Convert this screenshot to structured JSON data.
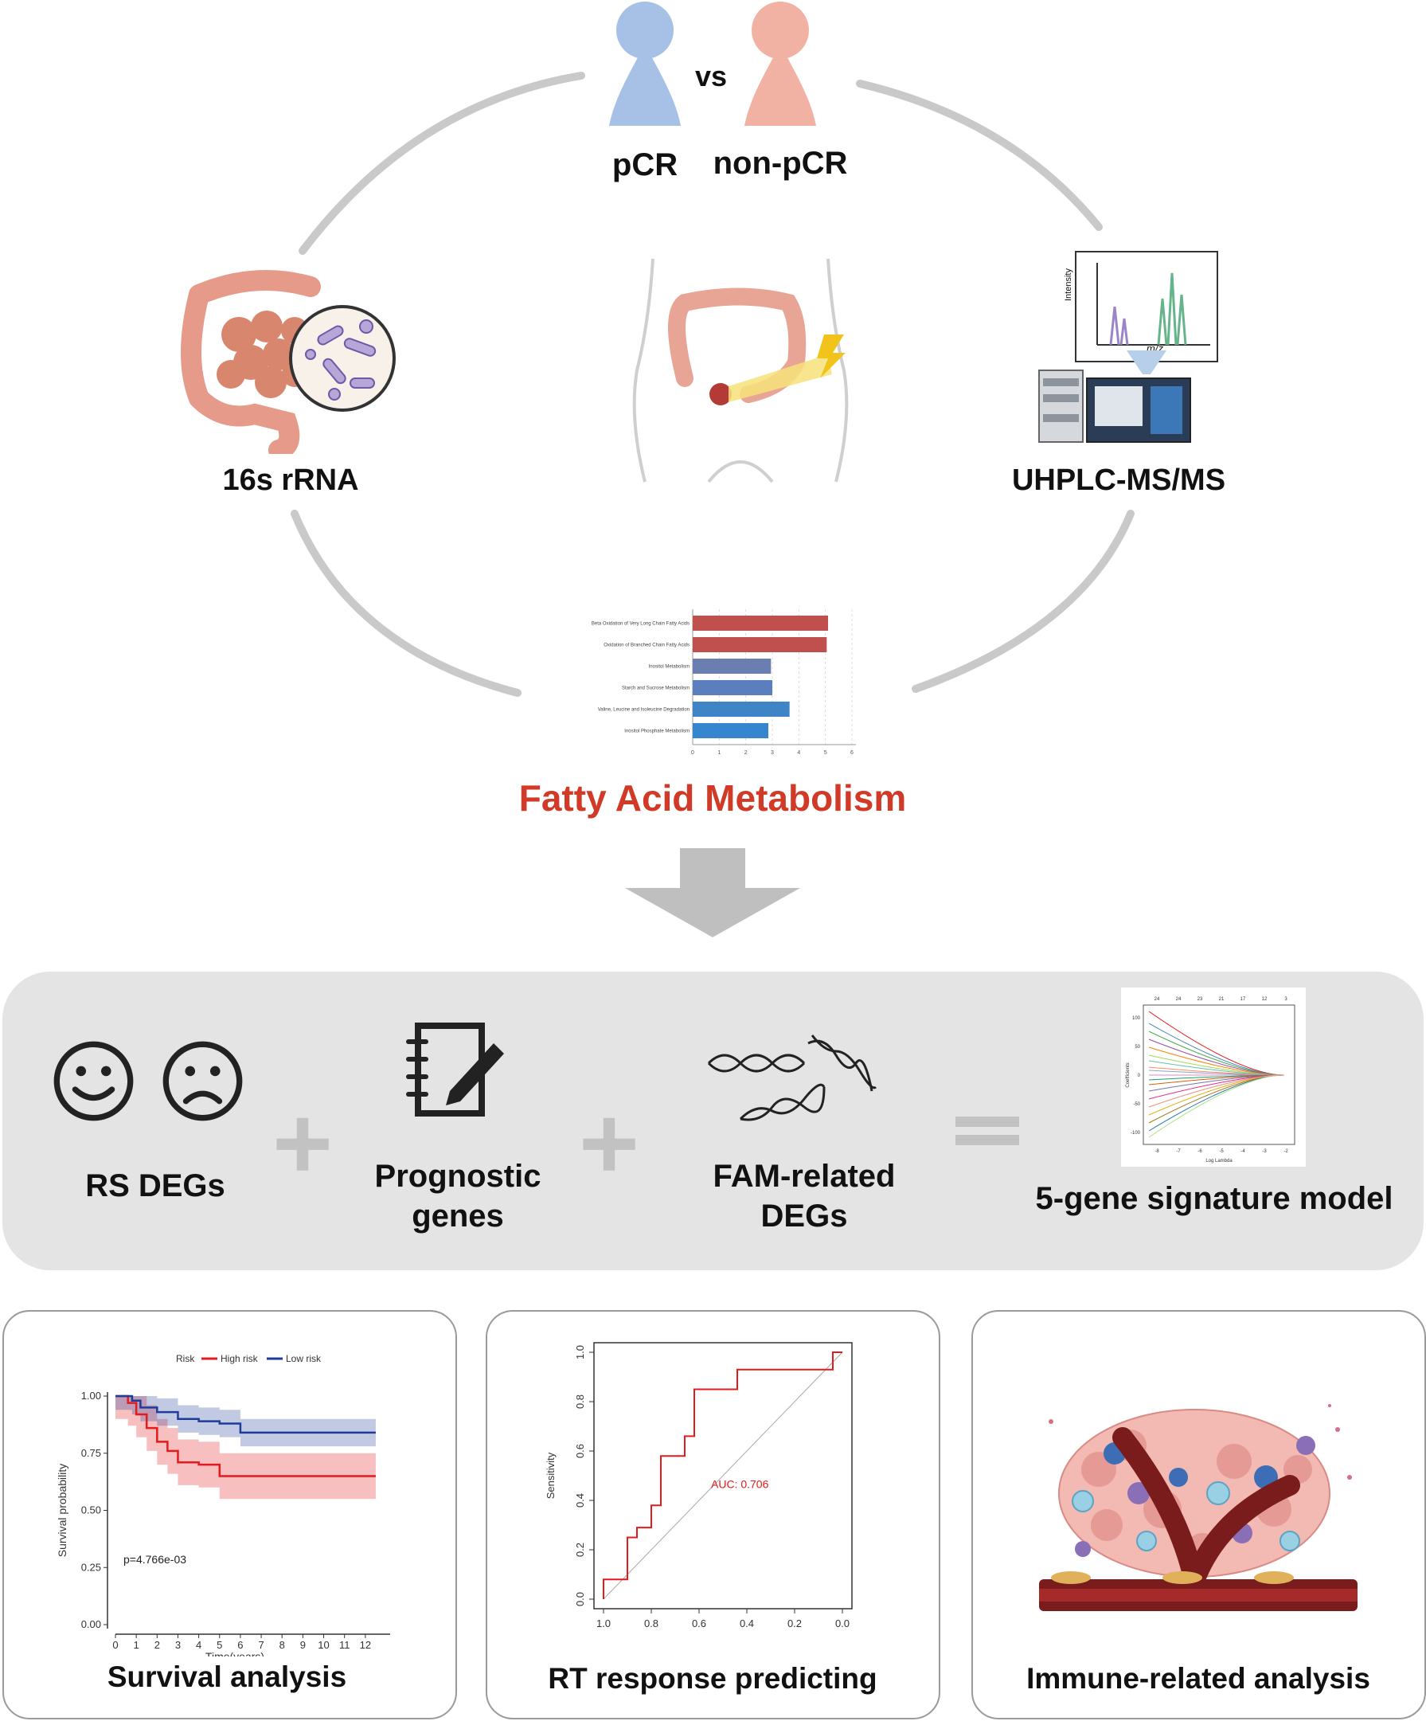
{
  "cohort": {
    "vs": "vs",
    "group_a": "pCR",
    "group_b": "non-pCR",
    "group_a_color": "#a6c0e6",
    "group_b_color": "#f1b2a3"
  },
  "methods": {
    "left": "16s rRNA",
    "right": "UHPLC-MS/MS"
  },
  "ms_inset": {
    "ylabel": "Intensity",
    "xlabel": "m/z"
  },
  "pathway_chart": {
    "type": "bar",
    "categories": [
      "Beta Oxidation of Very Long Chain Fatty Acids",
      "Oxidation of Branched Chain Fatty Acids",
      "Inositol Metabolism",
      "Starch and Sucrose Metabolism",
      "Valine, Leucine and Isoleucine Degradation",
      "Inositol Phosphate Metabolism"
    ],
    "values": [
      5.1,
      5.05,
      2.95,
      3.0,
      3.65,
      2.85
    ],
    "colors": [
      "#c0504d",
      "#c0504d",
      "#6a7fb0",
      "#5b7fbe",
      "#3f84c7",
      "#3585cf"
    ],
    "xticks": [
      "0",
      "1",
      "2",
      "3",
      "4",
      "5",
      "6"
    ],
    "xlim": [
      0,
      6
    ]
  },
  "highlight": {
    "text": "Fatty Acid Metabolism",
    "color": "#d03a27"
  },
  "integration": {
    "rs": "RS DEGs",
    "prognostic_1": "Prognostic",
    "prognostic_2": "genes",
    "fam_1": "FAM-related",
    "fam_2": "DEGs",
    "model": "5-gene signature model",
    "plus": "+",
    "equals": "="
  },
  "lasso": {
    "top": [
      "24",
      "24",
      "23",
      "21",
      "17",
      "12",
      "3"
    ],
    "xticks": [
      "-8",
      "-7",
      "-6",
      "-5",
      "-4",
      "-3",
      "-2"
    ],
    "yticks": [
      "100",
      "50",
      "0",
      "-50",
      "-100"
    ],
    "xlabel": "Log Lambda",
    "ylabel": "Coefficients"
  },
  "survival": {
    "title": "Survival analysis",
    "legend_title": "Risk",
    "legend_high": "High risk",
    "legend_low": "Low risk",
    "ylabel": "Survival probability",
    "xlabel": "Time(years)",
    "pvalue": "p=4.766e-03",
    "yticks": [
      "0.00",
      "0.25",
      "0.50",
      "0.75",
      "1.00"
    ],
    "xticks": [
      "0",
      "1",
      "2",
      "3",
      "4",
      "5",
      "6",
      "7",
      "8",
      "9",
      "10",
      "11",
      "12"
    ],
    "high_color": "#e41a1c",
    "low_color": "#1f3c9c",
    "chart_data": {
      "type": "line",
      "xlim": [
        0,
        13
      ],
      "ylim": [
        0,
        1
      ],
      "series": [
        {
          "name": "High risk",
          "x": [
            0,
            0.6,
            1.0,
            1.5,
            2.0,
            2.5,
            3.0,
            4.0,
            5.0,
            12.5
          ],
          "y": [
            1.0,
            0.97,
            0.92,
            0.86,
            0.8,
            0.76,
            0.71,
            0.7,
            0.65,
            0.65
          ]
        },
        {
          "name": "Low risk",
          "x": [
            0,
            0.8,
            1.2,
            2.0,
            3.0,
            4.0,
            5.0,
            6.0,
            12.5
          ],
          "y": [
            1.0,
            0.98,
            0.95,
            0.93,
            0.9,
            0.89,
            0.88,
            0.84,
            0.84
          ]
        }
      ]
    }
  },
  "roc": {
    "title": "RT response predicting",
    "ylabel": "Sensitivity",
    "auc": "AUC: 0.706",
    "xticks": [
      "1.0",
      "0.8",
      "0.6",
      "0.4",
      "0.2",
      "0.0"
    ],
    "yticks": [
      "0.0",
      "0.2",
      "0.4",
      "0.6",
      "0.8",
      "1.0"
    ],
    "color": "#e41a1c",
    "chart_data": {
      "type": "line",
      "xlim": [
        1,
        0
      ],
      "ylim": [
        0,
        1
      ],
      "series": [
        {
          "name": "",
          "x": [
            1.0,
            1.0,
            0.9,
            0.9,
            0.86,
            0.86,
            0.8,
            0.8,
            0.76,
            0.76,
            0.66,
            0.66,
            0.62,
            0.62,
            0.44,
            0.44,
            0.04,
            0.04,
            0.0
          ],
          "y": [
            0.0,
            0.08,
            0.08,
            0.25,
            0.25,
            0.29,
            0.29,
            0.38,
            0.38,
            0.58,
            0.58,
            0.66,
            0.66,
            0.85,
            0.85,
            0.93,
            0.93,
            1.0,
            1.0
          ]
        }
      ]
    }
  },
  "immune": {
    "title": "Immune-related analysis"
  }
}
